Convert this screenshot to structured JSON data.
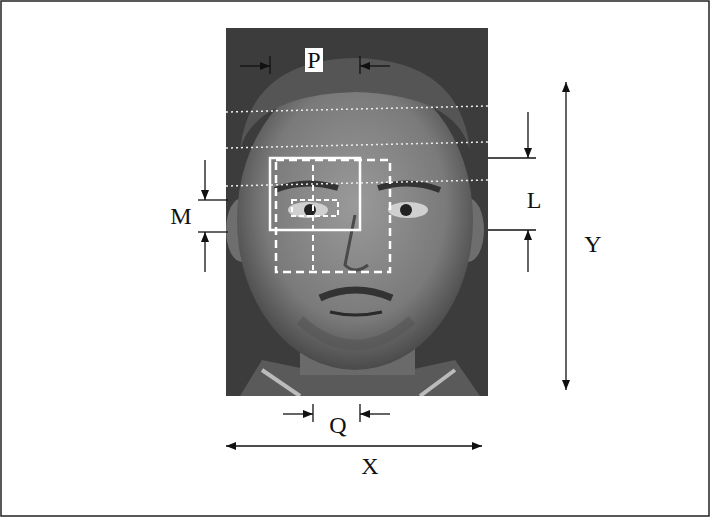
{
  "diagram": {
    "labels": [
      "P",
      "M",
      "L",
      "Y",
      "Q",
      "X"
    ]
  }
}
